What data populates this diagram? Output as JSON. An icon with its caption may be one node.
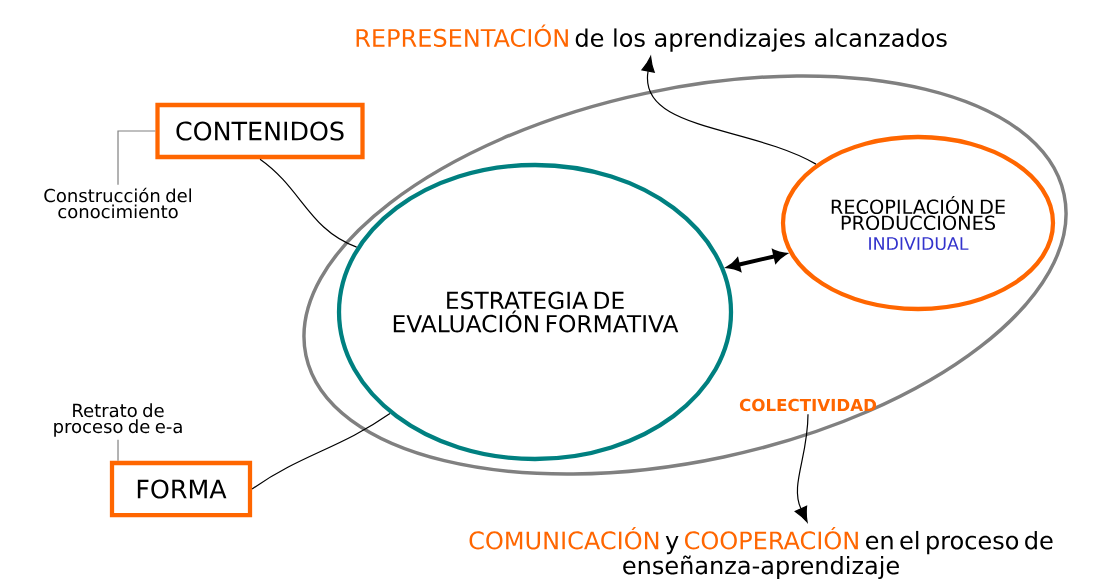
{
  "diagram": {
    "nodes": [
      {
        "text": [],
        "shape": "ellipse"
      },
      {
        "text": [
          "CONTENIDOS"
        ]
      },
      {
        "text": [
          "Construcción del conocimiento"
        ]
      },
      {
        "text": [
          "ESTRATEGIA DE EVALUACIÓN FORMATIVA"
        ],
        "in": 0
      },
      {
        "text": [
          "RECOPILACIÓN DE PRODUCCIONES",
          "INDIVIDUAL"
        ],
        "in": 0
      },
      {
        "text": [
          "REPRESENTACIÓN",
          "de los aprendizajes alcanzados"
        ]
      },
      {
        "text": [
          "COLECTIVIDAD"
        ],
        "in": 0
      },
      {
        "text": [
          "Retrato de proceso de e-a"
        ]
      },
      {
        "text": [
          "FORMA"
        ]
      },
      {
        "text": [
          "COMUNICACIÓN",
          "y",
          "COOPERACIÓN",
          "en el proceso de",
          "enseñanza-aprendizaje"
        ]
      }
    ],
    "edges": [
      {
        "from": 2,
        "to": 1,
        "arrow": "none",
        "color": "#808080"
      },
      {
        "from": 1,
        "to": 3,
        "arrow": "none"
      },
      {
        "from": 4,
        "to": 5,
        "arrow": "to"
      },
      {
        "from": 4,
        "to": 3,
        "arrow": "both",
        "style": "thick"
      },
      {
        "from": 8,
        "to": 3,
        "arrow": "none"
      },
      {
        "from": 7,
        "to": 8,
        "arrow": "none",
        "color": "#808080"
      },
      {
        "from": 6,
        "to": 9,
        "arrow": "to"
      }
    ]
  }
}
